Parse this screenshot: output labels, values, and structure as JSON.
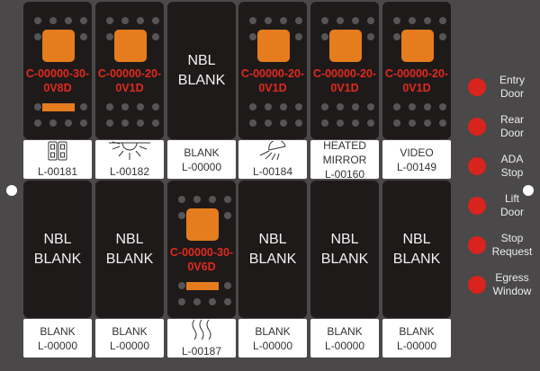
{
  "top_row": [
    {
      "type": "lit",
      "code": "C-00000-30-\n0V8D",
      "variant": "bar",
      "label": "",
      "id": "L-00181",
      "icon": "double-door-icon"
    },
    {
      "type": "lit",
      "code": "C-00000-20-\n0V1D",
      "variant": "dots",
      "label": "",
      "id": "L-00182",
      "icon": "dome-light-icon"
    },
    {
      "type": "blank",
      "text": "NBL\nBLANK",
      "label": "BLANK",
      "id": "L-00000"
    },
    {
      "type": "lit",
      "code": "C-00000-20-\n0V1D",
      "variant": "dots",
      "label": "",
      "id": "L-00184",
      "icon": "shower-light-icon"
    },
    {
      "type": "lit",
      "code": "C-00000-20-\n0V1D",
      "variant": "dots",
      "label": "HEATED MIRROR",
      "id": "L-00160"
    },
    {
      "type": "lit",
      "code": "C-00000-20-\n0V1D",
      "variant": "dots",
      "label": "VIDEO",
      "id": "L-00149"
    }
  ],
  "bottom_row": [
    {
      "type": "blank",
      "text": "NBL\nBLANK",
      "label": "BLANK",
      "id": "L-00000"
    },
    {
      "type": "blank",
      "text": "NBL\nBLANK",
      "label": "BLANK",
      "id": "L-00000"
    },
    {
      "type": "lit",
      "code": "C-00000-30-\n0V6D",
      "variant": "bar",
      "label": "",
      "id": "L-00187",
      "icon": "heat-waves-icon"
    },
    {
      "type": "blank",
      "text": "NBL\nBLANK",
      "label": "BLANK",
      "id": "L-00000"
    },
    {
      "type": "blank",
      "text": "NBL\nBLANK",
      "label": "BLANK",
      "id": "L-00000"
    },
    {
      "type": "blank",
      "text": "NBL\nBLANK",
      "label": "BLANK",
      "id": "L-00000"
    }
  ],
  "indicators": [
    "Entry\nDoor",
    "Rear\nDoor",
    "ADA\nStop",
    "Lift\nDoor",
    "Stop\nRequest",
    "Egress\nWindow"
  ],
  "colors": {
    "background": "#4a4848",
    "lamp": "#e57c1e",
    "code": "#e02a1e",
    "indicator": "#d8241c"
  }
}
